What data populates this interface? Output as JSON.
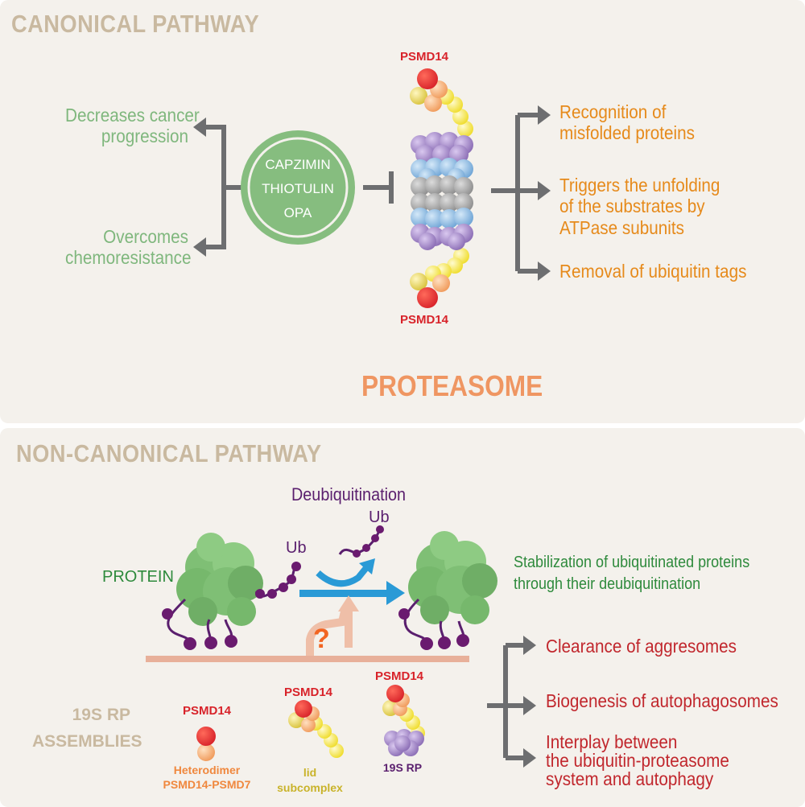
{
  "canonical": {
    "title": "CANONICAL PATHWAY",
    "left_top": [
      "Decreases cancer",
      "progression"
    ],
    "left_bottom": [
      "Overcomes",
      "chemoresistance"
    ],
    "inhibitors": [
      "CAPZIMIN",
      "THIOTULIN",
      "OPA"
    ],
    "psmd_top": "PSMD14",
    "psmd_bottom": "PSMD14",
    "right_items": [
      [
        "Recognition of",
        "misfolded proteins"
      ],
      [
        "Triggers the unfolding",
        "of the substrates by",
        "ATPase subunits"
      ],
      [
        "Removal of ubiquitin tags"
      ]
    ],
    "center_label": "PROTEASOME"
  },
  "noncanonical": {
    "title": "NON-CANONICAL PATHWAY",
    "deubiquitination": "Deubiquitination",
    "ub_top": "Ub",
    "ub_left": "Ub",
    "protein_label": "PROTEIN",
    "question": "?",
    "stabilization": [
      "Stabilization of ubiquitinated proteins",
      "through their deubiquitination"
    ],
    "right_items": [
      [
        "Clearance of aggresomes"
      ],
      [
        "Biogenesis of autophagosomes"
      ],
      [
        "Interplay between",
        "the ubiquitin-proteasome",
        "system and autophagy"
      ]
    ],
    "assemblies_label": [
      "19S RP",
      "ASSEMBLIES"
    ],
    "assembly1": {
      "psmd": "PSMD14",
      "caption": [
        "Heterodimer",
        "PSMD14-PSMD7"
      ]
    },
    "assembly2": {
      "psmd": "PSMD14",
      "caption": [
        "lid",
        "subcomplex"
      ]
    },
    "assembly3": {
      "psmd": "PSMD14",
      "caption": [
        "19S RP"
      ]
    }
  },
  "colors": {
    "panel_bg": "#f4f1ec",
    "title": "#c9b9a0",
    "green_text": "#7fb77d",
    "orange_text": "#e68a1b",
    "red_text": "#c1272d",
    "arrow_gray": "#6d6e70",
    "psmd_red": "#d8232a",
    "purple": "#9b7fc0",
    "blue": "#7fb3e0",
    "gray_ring": "#a0a0a0",
    "protein_green": "#7fbf75",
    "ub_purple": "#5a1f6e",
    "arrow_blue": "#2a9ad6",
    "salmon": "#e8b09a"
  }
}
